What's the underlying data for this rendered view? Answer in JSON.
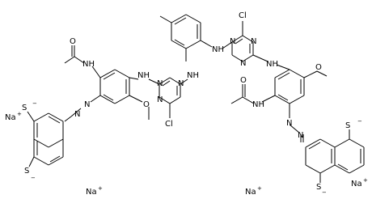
{
  "molecule": {
    "atom_labels": {
      "cl_top": "Cl",
      "cl_mid": "Cl",
      "nh_a": "NH",
      "nh_b": "NH",
      "nh_c": "NH",
      "nh_d": "NH",
      "nh_e": "NH",
      "nh_f": "NH",
      "n_t1a": "N",
      "n_t1b": "N",
      "n_t1c": "N",
      "n_t2a": "N",
      "n_t2b": "N",
      "n_t2c": "N",
      "azo_l1": "N",
      "azo_l2": "N",
      "azo_r1": "N",
      "azo_r2": "N",
      "o_amide_l": "O",
      "o_amide_r": "O",
      "o_meo_l": "O",
      "o_meo_r": "O",
      "s1": "S",
      "s2": "S",
      "s3": "S",
      "s4": "S"
    },
    "counter_ions": {
      "na1": "Na",
      "na2": "Na",
      "na3": "Na",
      "na4": "Na",
      "plus": "+"
    },
    "charges": {
      "minus": "−"
    }
  }
}
